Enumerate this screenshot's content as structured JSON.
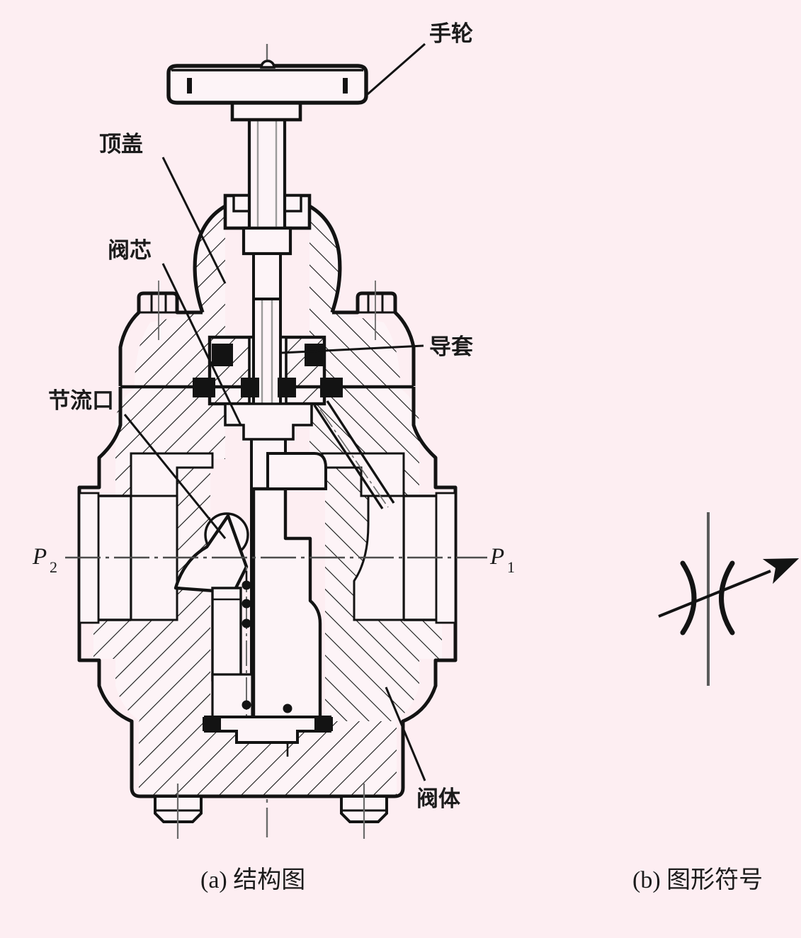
{
  "figure": {
    "title_a": "(a) 结构图",
    "title_b": "(b) 图形符号",
    "background_color": "#fdeef2",
    "line_color": "#131313"
  },
  "labels": {
    "handwheel": "手轮",
    "top_cover": "顶盖",
    "valve_spool": "阀芯",
    "throttle_port": "节流口",
    "guide_sleeve": "导套",
    "valve_body": "阀体"
  },
  "ports": {
    "inlet": {
      "symbol": "P",
      "subscript": "1"
    },
    "outlet": {
      "symbol": "P",
      "subscript": "2"
    }
  },
  "symbol_diagram": {
    "name": "throttle-valve-symbol",
    "elements": [
      "vertical-line",
      "left-arc",
      "right-arc",
      "adjustable-arrow"
    ]
  }
}
